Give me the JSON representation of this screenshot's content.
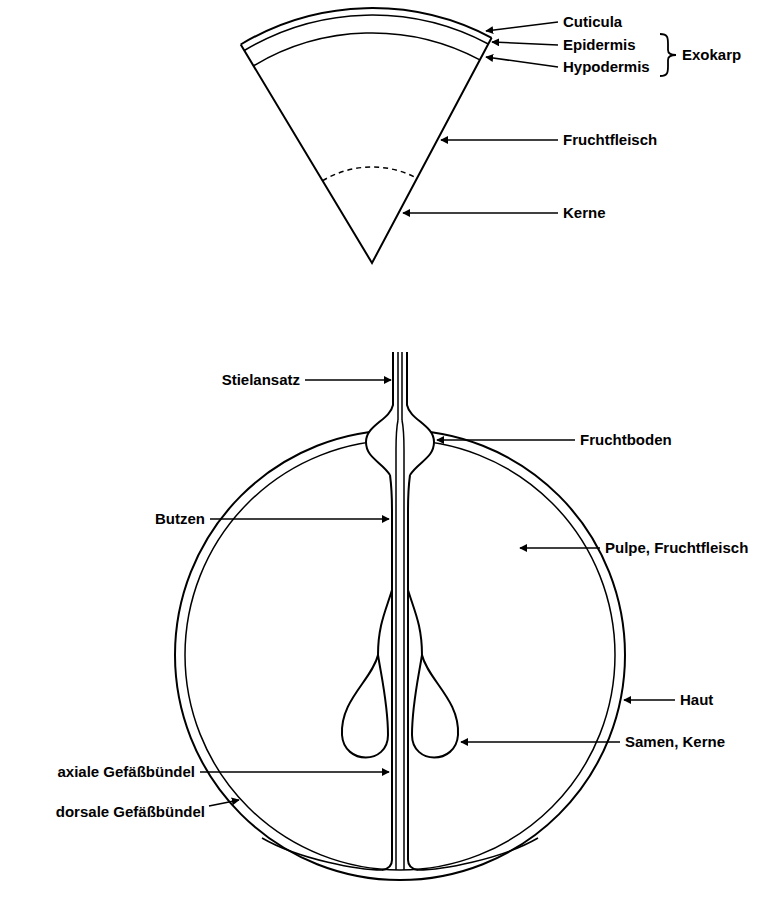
{
  "diagram": {
    "labels": [
      "Cuticula",
      "Epidermis",
      "Hypodermis",
      "Exokarp",
      "Fruchtfleisch",
      "Kerne",
      "Stielansatz",
      "Fruchtboden",
      "Butzen",
      "Pulpe, Fruchtfleisch",
      "Haut",
      "Samen, Kerne",
      "axiale Gefäßbündel",
      "dorsale Gefäßbündel"
    ]
  }
}
